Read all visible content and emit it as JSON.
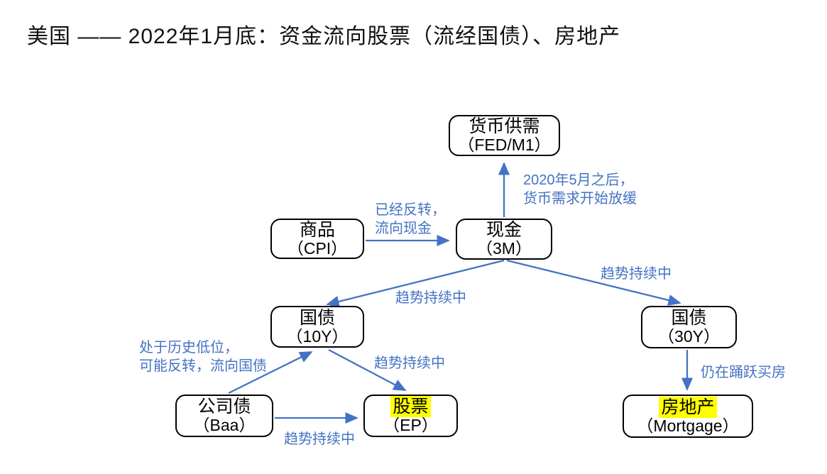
{
  "title": "美国 —— 2022年1月底：资金流向股票（流经国债）、房地产",
  "colors": {
    "arrow": "#4472C4",
    "edge_label_text": "#4472C4",
    "highlight": "#FFFF00",
    "box_border": "#000000",
    "background": "#FFFFFF",
    "title_text": "#111111"
  },
  "diagram_type": "flowchart",
  "nodes": {
    "money_supply_demand": {
      "line1": "货币供需",
      "line2": "（FED/M1）",
      "highlighted": false
    },
    "goods": {
      "line1": "商品",
      "line2": "（CPI）",
      "highlighted": false
    },
    "cash": {
      "line1": "现金",
      "line2": "（3M）",
      "highlighted": false
    },
    "treasury_10y": {
      "line1": "国债",
      "line2": "（10Y）",
      "highlighted": false
    },
    "treasury_30y": {
      "line1": "国债",
      "line2": "（30Y）",
      "highlighted": false
    },
    "corporate_bond": {
      "line1": "公司债",
      "line2": "（Baa）",
      "highlighted": false
    },
    "stock": {
      "line1": "股票",
      "line2": "（EP）",
      "highlighted": true
    },
    "real_estate": {
      "line1": "房地产",
      "line2": "（Mortgage）",
      "highlighted": true
    }
  },
  "edge_labels": {
    "goods_to_cash": {
      "line1": "已经反转，",
      "line2": "流向现金"
    },
    "cash_to_money_supply": {
      "line1": "2020年5月之后，",
      "line2": "货币需求开始放缓"
    },
    "cash_to_treasury_10y": {
      "text": "趋势持续中"
    },
    "cash_to_treasury_30y": {
      "text": "趋势持续中"
    },
    "corp_to_treasury_10y": {
      "line1": "处于历史低位，",
      "line2": "可能反转，流向国债"
    },
    "treasury_10y_to_stock": {
      "text": "趋势持续中"
    },
    "corp_to_stock": {
      "text": "趋势持续中"
    },
    "treasury_30y_to_real_estate": {
      "text": "仍在踊跃买房"
    }
  }
}
